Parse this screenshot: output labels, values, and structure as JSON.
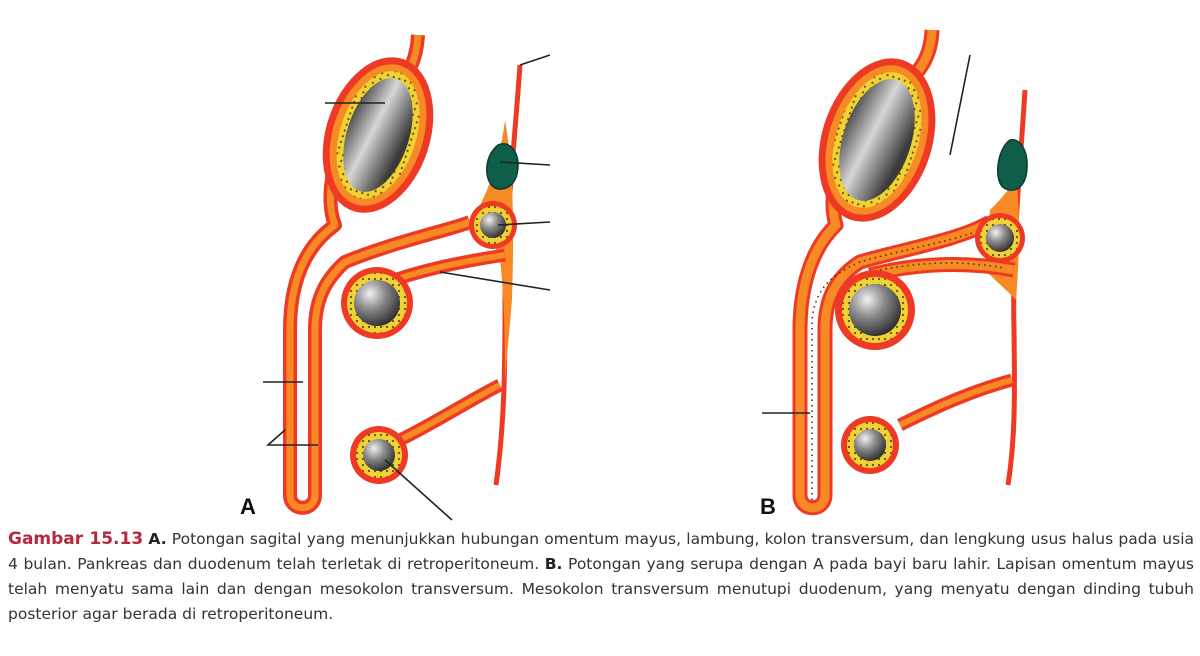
{
  "figure": {
    "panel_a_label": "A",
    "panel_b_label": "B",
    "colors": {
      "peritoneum_outline": "#ee3a24",
      "mesentery_fill": "#f78a24",
      "organ_wall": "#f0d234",
      "organ_lumen_dark": "#3a3a3a",
      "organ_lumen_light": "#e8e8e8",
      "pancreas": "#0f5e4a",
      "leader_line": "#222222"
    }
  },
  "caption": {
    "lead": "Gambar 15.13",
    "a_label": "A.",
    "a_text": " Potongan sagital yang menunjukkan hubungan omentum mayus, lambung, kolon transversum, dan lengkung usus halus pada usia 4 bulan. Pankreas dan duodenum telah terletak di retroperitoneum. ",
    "b_label": "B.",
    "b_text": " Potongan yang serupa dengan A pada bayi baru lahir. Lapisan omentum mayus telah menyatu sama lain dan dengan mesokolon transversum. Mesokolon transversum menutupi duodenum, yang menyatu dengan dinding tubuh posterior agar berada di retroperitoneum."
  }
}
